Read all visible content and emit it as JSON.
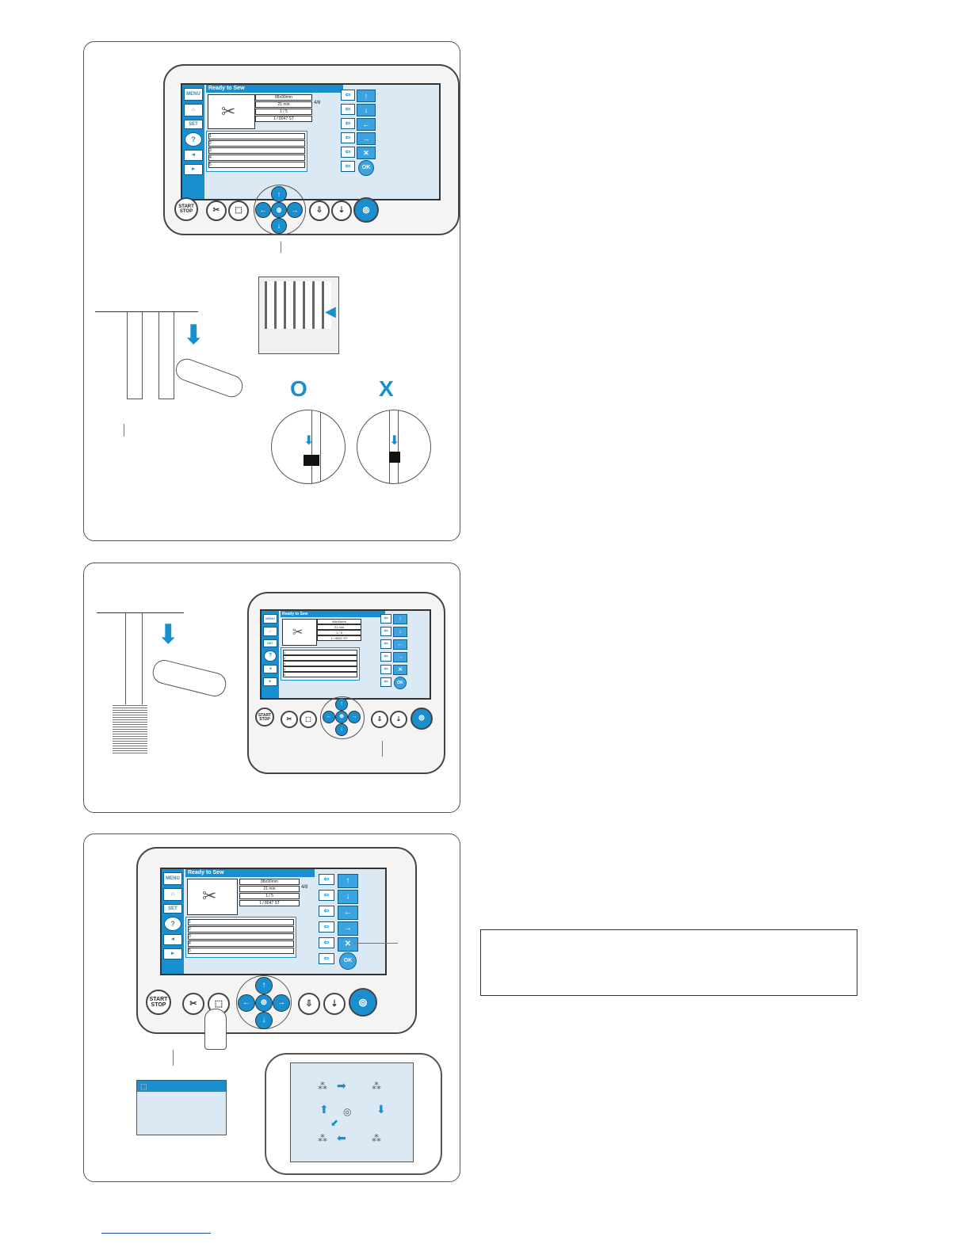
{
  "screen": {
    "title": "Ready to Sew",
    "size": "88x90mm",
    "time": "21 min",
    "color_count": "1 / 5",
    "stitch_count": "1 / 8047 ST",
    "thread_count": "4/8",
    "sidebar": [
      "MENU",
      "SET",
      "?"
    ],
    "ok_label": "OK",
    "cancel_label": "✕",
    "rows": [
      "1",
      "2",
      "3",
      "4",
      "5"
    ]
  },
  "console": {
    "start_label": "START",
    "stop_label": "STOP"
  },
  "marks": {
    "correct": "O",
    "wrong": "X"
  },
  "popup": {
    "icon": "trace-icon"
  },
  "colors": {
    "accent": "#1a8fd0",
    "screen_bg": "#dbe9f5"
  }
}
